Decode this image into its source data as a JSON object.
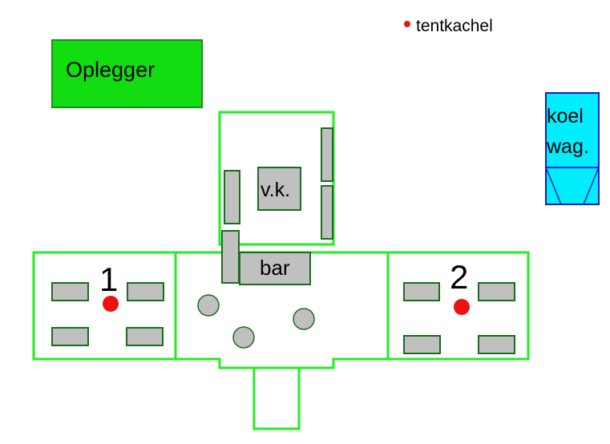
{
  "legend": {
    "marker_label": "tentkachel",
    "marker_color": "#ee1111"
  },
  "oplegger": {
    "label": "Oplegger",
    "fill": "#11dd11",
    "stroke": "#1a8e1a"
  },
  "koelwagen": {
    "line1": "koel",
    "line2": "wag.",
    "fill": "#00eeff",
    "stroke": "#1a1acc"
  },
  "center_room": {
    "vk_label": "v.k.",
    "bar_label": "bar"
  },
  "tent_left": {
    "number": "1"
  },
  "tent_right": {
    "number": "2"
  },
  "colors": {
    "tent_outline": "#22ee22",
    "table_fill": "#c0c0c0",
    "table_stroke": "#1a6e1a"
  }
}
